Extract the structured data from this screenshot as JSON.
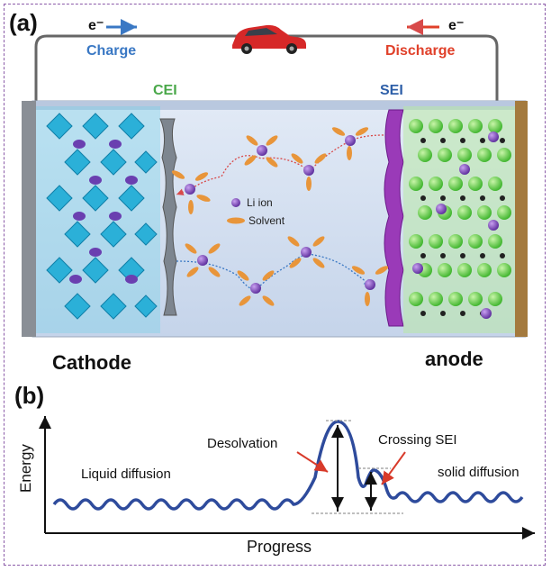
{
  "panel_a": {
    "label": "(a)",
    "electron_left": "e⁻",
    "electron_right": "e⁻",
    "charge": "Charge",
    "discharge": "Discharge",
    "cei": "CEI",
    "sei": "SEI",
    "legend_li": "Li ion",
    "legend_solvent": "Solvent",
    "cathode": "Cathode",
    "anode": "anode",
    "icon": "car-icon"
  },
  "panel_b": {
    "label": "(b)",
    "y_label": "Energy",
    "x_label": "Progress",
    "liquid": "Liquid diffusion",
    "desolvation": "Desolvation",
    "crossing": "Crossing SEI",
    "solid": "solid diffusion"
  },
  "colors": {
    "charge": "#3a78c4",
    "discharge": "#e0402a",
    "cei": "#4aa84a",
    "sei": "#2e5fa8",
    "curve": "#2e4b9c",
    "frame": "#8a5aa8"
  }
}
